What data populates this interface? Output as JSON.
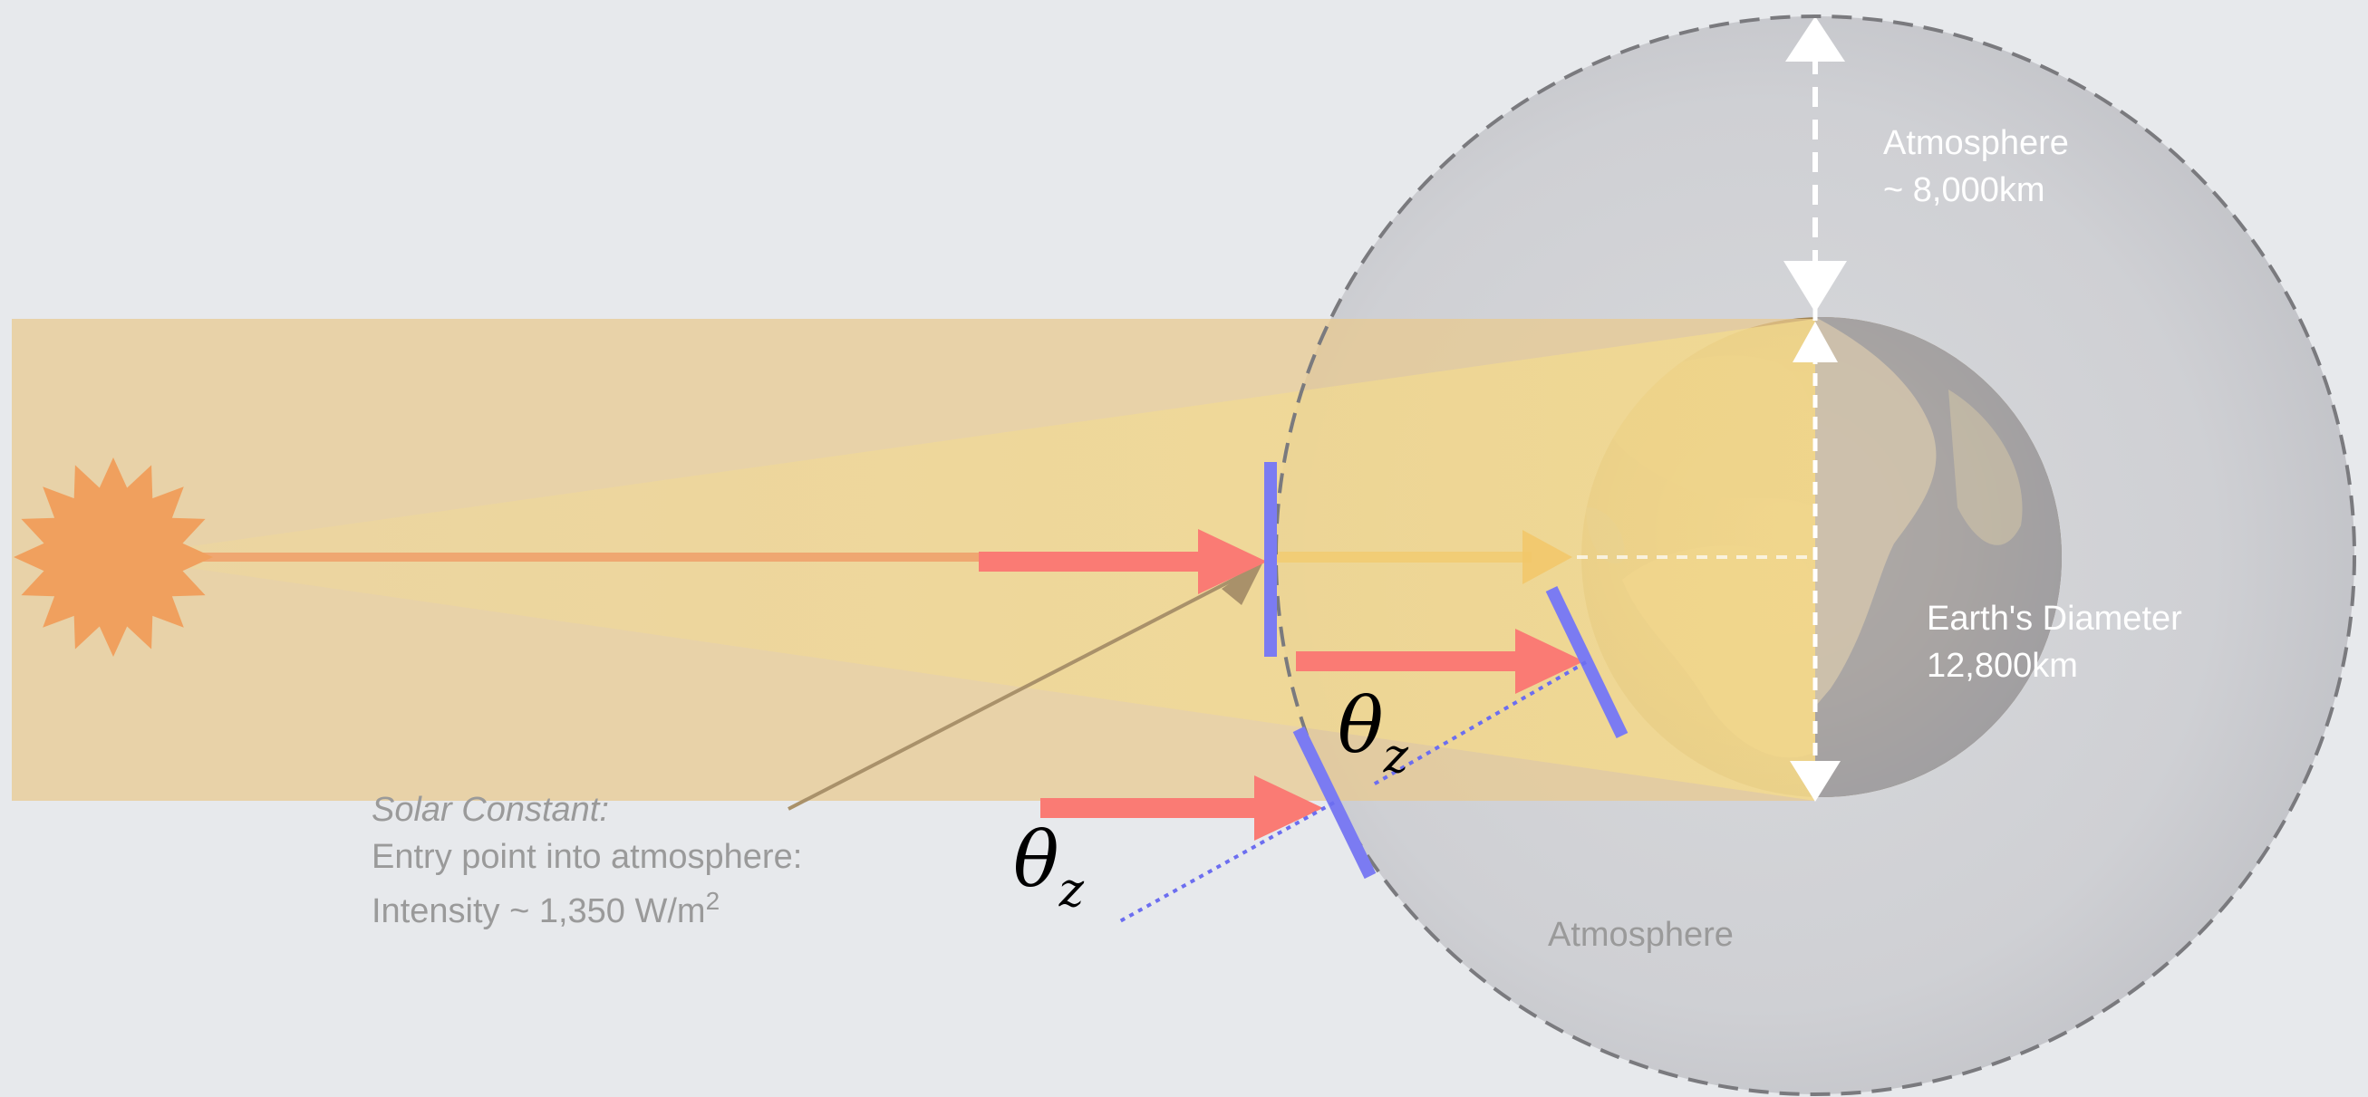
{
  "labels": {
    "solar_constant_title": "Solar Constant:",
    "solar_constant_line1": "Entry point into atmosphere:",
    "solar_constant_line2_prefix": "Intensity ~ 1,350 W/m",
    "solar_constant_line2_sup": "2",
    "atmosphere_top_line1": "Atmosphere",
    "atmosphere_top_line2": "~ 8,000km",
    "earth_diameter_line1": "Earth's Diameter",
    "earth_diameter_line2": "12,800km",
    "atmosphere_bottom": "Atmosphere",
    "theta_symbol": "θ",
    "theta_subscript": "z"
  },
  "colors": {
    "background": "#e7e9ec",
    "beam_band": "#e9c98e",
    "sun": "#f0a05e",
    "arrow_red": "#fa7b74",
    "surface_blue": "#7b7bf2",
    "dotted_blue": "#6c6ef0",
    "atmosphere_disk": "#c9cace",
    "earth_land": "#c9a463",
    "earth_ocean": "#8f96a6"
  },
  "icons": {
    "sun": "sun-icon",
    "earth": "earth-globe-icon"
  }
}
